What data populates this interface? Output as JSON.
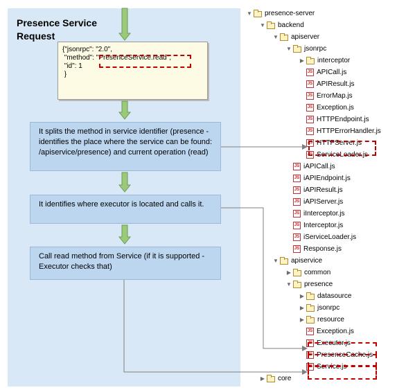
{
  "title": "Presence Service Request",
  "request_json": [
    "{\"jsonrpc\": \"2.0\",",
    "\"method\": \"PresenceService.read\",",
    "\"id\": 1",
    "}"
  ],
  "request_method": "\"PresenceService.read\",",
  "steps": [
    "It splits the method in service identifier (presence - identifies the place where the service can be found: /apiservice/presence) and current operation (read)",
    "It identifies where executor is located and calls it.",
    "Call read method from Service (if it is supported - Executor checks that)"
  ],
  "tree": [
    {
      "label": "presence-server",
      "type": "folder",
      "depth": 0,
      "state": "open"
    },
    {
      "label": "backend",
      "type": "folder",
      "depth": 1,
      "state": "open"
    },
    {
      "label": "apiserver",
      "type": "folder",
      "depth": 2,
      "state": "open"
    },
    {
      "label": "jsonrpc",
      "type": "folder",
      "depth": 3,
      "state": "open"
    },
    {
      "label": "interceptor",
      "type": "folder",
      "depth": 4,
      "state": "closed"
    },
    {
      "label": "APICall.js",
      "type": "js",
      "depth": 4
    },
    {
      "label": "APIResult.js",
      "type": "js",
      "depth": 4
    },
    {
      "label": "ErrorMap.js",
      "type": "js",
      "depth": 4
    },
    {
      "label": "Exception.js",
      "type": "js",
      "depth": 4
    },
    {
      "label": "HTTPEndpoint.js",
      "type": "js",
      "depth": 4
    },
    {
      "label": "HTTPErrorHandler.js",
      "type": "js",
      "depth": 4
    },
    {
      "label": "HTTPServer.js",
      "type": "js",
      "depth": 4,
      "highlight": true
    },
    {
      "label": "ServiceLoader.js",
      "type": "js",
      "depth": 4
    },
    {
      "label": "iAPICall.js",
      "type": "js",
      "depth": 3
    },
    {
      "label": "iAPIEndpoint.js",
      "type": "js",
      "depth": 3
    },
    {
      "label": "iAPIResult.js",
      "type": "js",
      "depth": 3
    },
    {
      "label": "iAPIServer.js",
      "type": "js",
      "depth": 3
    },
    {
      "label": "iInterceptor.js",
      "type": "js",
      "depth": 3
    },
    {
      "label": "Interceptor.js",
      "type": "js",
      "depth": 3
    },
    {
      "label": "iServiceLoader.js",
      "type": "js",
      "depth": 3
    },
    {
      "label": "Response.js",
      "type": "js",
      "depth": 3
    },
    {
      "label": "apiservice",
      "type": "folder",
      "depth": 2,
      "state": "open"
    },
    {
      "label": "common",
      "type": "folder",
      "depth": 3,
      "state": "closed"
    },
    {
      "label": "presence",
      "type": "folder",
      "depth": 3,
      "state": "open"
    },
    {
      "label": "datasource",
      "type": "folder",
      "depth": 4,
      "state": "closed"
    },
    {
      "label": "jsonrpc",
      "type": "folder",
      "depth": 4,
      "state": "closed"
    },
    {
      "label": "resource",
      "type": "folder",
      "depth": 4,
      "state": "closed"
    },
    {
      "label": "Exception.js",
      "type": "js",
      "depth": 4
    },
    {
      "label": "Executor.js",
      "type": "js",
      "depth": 4,
      "highlight": true
    },
    {
      "label": "PresenceCache.js",
      "type": "js",
      "depth": 4,
      "highlight": true
    },
    {
      "label": "Service.js",
      "type": "js",
      "depth": 4,
      "highlight": true
    },
    {
      "label": "core",
      "type": "folder",
      "depth": 1,
      "state": "closed"
    }
  ],
  "icons": {
    "open": "triangle-down-icon",
    "closed": "triangle-right-icon",
    "folder": "folder-icon",
    "js": "js-file-icon"
  },
  "js_badge": "JS",
  "colors": {
    "panel": "#d9e8f6",
    "step": "#bcd6ef",
    "note": "#fdfbe3",
    "arrow": "#9bc97a",
    "highlight": "#c00000",
    "connector": "#7f7f7f"
  }
}
